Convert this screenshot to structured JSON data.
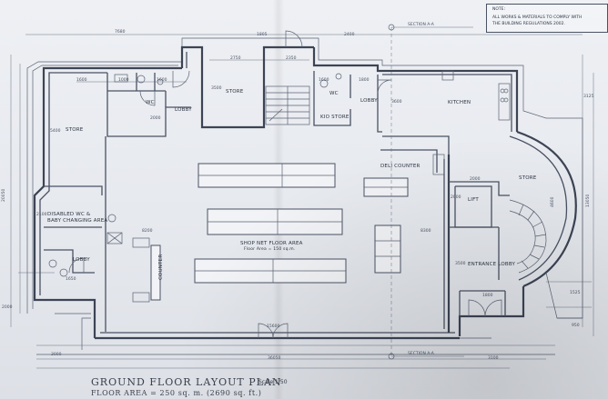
{
  "title": "GROUND FLOOR LAYOUT PLAN",
  "scale": "Scale 1/50",
  "floor_area": "FLOOR AREA = 250 sq. m. (2690 sq. ft.)",
  "note": {
    "heading": "NOTE:",
    "lines": [
      "ALL WORKS & MATERIALS TO COMPLY WITH",
      "THE BUILDING REGULATIONS 2002."
    ]
  },
  "section_labels": {
    "top": "SECTION A-A",
    "bottom": "SECTION A-A"
  },
  "rooms": {
    "store_left": "STORE",
    "wc_top_left": "WC",
    "lobby_top_left": "LOBBY",
    "store_top": "STORE",
    "wc_top_right": "WC",
    "kitstore": "KIO STORE",
    "lobby_top_right": "LOBBY",
    "kitchen": "KITCHEN",
    "deli_counter": "DELI COUNTER",
    "store_right": "STORE",
    "disabled_wc": "DISABLED WC &",
    "baby_changing": "BABY CHANGING AREA",
    "lobby_bottom_left": "LOBBY",
    "shop_floor": "SHOP NET FLOOR AREA",
    "shop_floor_area": "Floor Area = 150 sq.m.",
    "lift": "LIFT",
    "entrance_lobby": "ENTRANCE LOBBY",
    "counter": "COUNTER",
    "store_label_upper": "STORE"
  },
  "dimensions": {
    "top_left_a": "1600",
    "top_left_b": "1000",
    "top_left_c": "1600",
    "store_top_w": "2750",
    "store_top_w2": "2350",
    "store_h": "3500",
    "left_h": "5400",
    "left_w": "2000",
    "wc_w": "1600",
    "lobby_w": "1800",
    "kitchen_h": "3600",
    "deli_h": "8300",
    "shop_w": "15600",
    "overall_w": "36050",
    "left_overall": "3000",
    "right_overall": "3100",
    "lift_w": "2000",
    "lift_h": "2000",
    "entrance_h": "3500",
    "entrance_w": "1800",
    "disabled_h": "2100",
    "counter_h": "8200",
    "bottom_small": "1650",
    "right_a": "1525",
    "right_b": "950",
    "right_c": "3125",
    "right_d": "13050",
    "left_e": "20050",
    "left_f": "2000",
    "top_e": "7680",
    "top_f": "1805",
    "top_g": "2400",
    "store_right_h": "4600"
  }
}
